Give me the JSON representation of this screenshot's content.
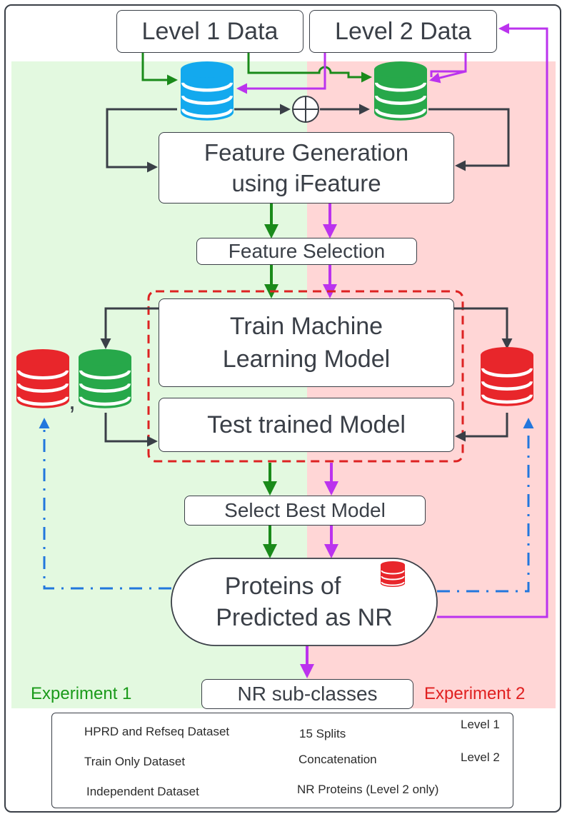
{
  "nodes": {
    "level1_data": "Level 1 Data",
    "level2_data": "Level 2 Data",
    "feature_generation": [
      "Feature Generation",
      "using iFeature"
    ],
    "feature_selection": "Feature Selection",
    "train_model": [
      "Train Machine",
      "Learning Model"
    ],
    "test_model": "Test trained Model",
    "select_best": "Select Best Model",
    "predicted_nr": [
      "Proteins of",
      "Predicted as NR"
    ],
    "nr_subclasses": "NR sub-classes",
    "comma": ","
  },
  "regions": {
    "experiment1": "Experiment 1",
    "experiment2": "Experiment 2"
  },
  "legend": {
    "hprd_refseq": "HPRD and Refseq Dataset",
    "train_only": "Train Only Dataset",
    "independent": "Independent Dataset",
    "splits": "15 Splits",
    "concatenation": "Concatenation",
    "nr_proteins": "NR Proteins (Level 2 only)",
    "level1": "Level 1",
    "level2": "Level 2"
  },
  "colors": {
    "experiment1_bg": "#e3f9e0",
    "experiment2_bg": "#ffd6d6",
    "experiment1_text": "#1a9a1a",
    "experiment2_text": "#e02020",
    "level1_arrow": "#1a8a1a",
    "level2_arrow": "#bb33ee",
    "dark_arrow": "#3a3f47",
    "nr_dashed": "#2277dd",
    "db_red": "#e8262b",
    "db_blue": "#13a9ee",
    "db_green": "#27a84a",
    "splits_border": "#dd2222"
  },
  "icons": {
    "database": "database-cylinder-icon",
    "concatenation": "circled-plus-icon"
  }
}
